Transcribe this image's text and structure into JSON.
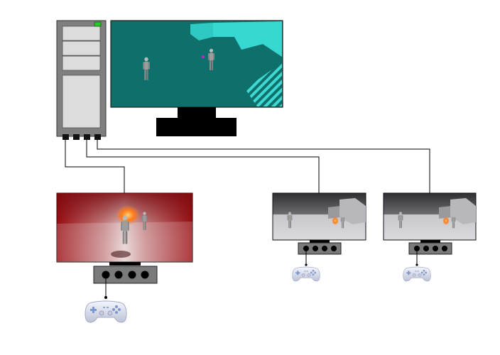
{
  "diagram": {
    "computer": {
      "ports": 4,
      "power_led_color": "#22cc22",
      "case_color": "#7f7f7f",
      "bay_color": "#dcdcdc"
    },
    "main_monitor": {
      "scene": "overhead-teal-arena",
      "floor_color": "#0f6f6a",
      "wall_color": "#32d6d0"
    },
    "stations": [
      {
        "name": "station-1",
        "scene": "red-fire-scene",
        "controller": "gamepad",
        "hub_ports": 4
      },
      {
        "name": "station-2",
        "scene": "grey-arena-scene",
        "controller": "gamepad",
        "hub_ports": 4
      },
      {
        "name": "station-3",
        "scene": "grey-arena-scene",
        "controller": "gamepad",
        "hub_ports": 4
      }
    ],
    "connections": [
      {
        "from": "computer-port-1",
        "to": "station-1"
      },
      {
        "from": "computer-port-3",
        "to": "station-2"
      },
      {
        "from": "computer-port-4",
        "to": "station-3"
      }
    ],
    "colors": {
      "line": "#000000",
      "hub": "#7a7a7a",
      "controller": "#e2e6f3",
      "controller_buttons": "#8ea8d6"
    }
  }
}
